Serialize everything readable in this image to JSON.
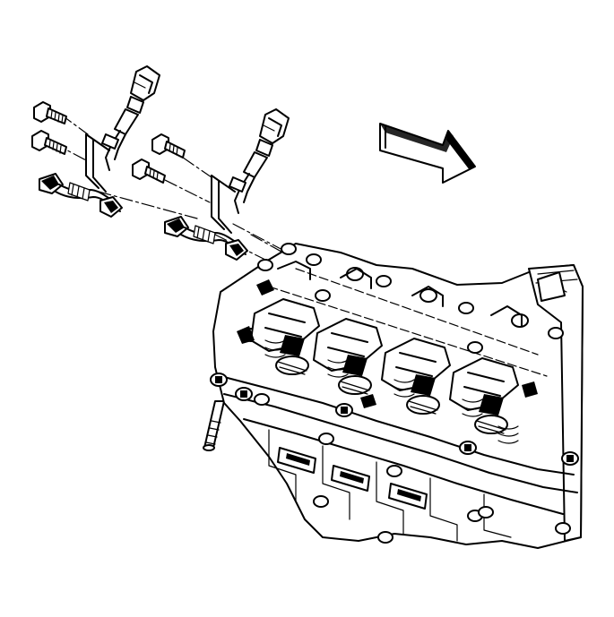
{
  "colors": {
    "line": "#000000",
    "background": "#ffffff"
  },
  "illustration": {
    "exploded_parts": [
      "bolt",
      "bolt",
      "bolt",
      "bolt",
      "sensor-connector",
      "sensor-connector",
      "wiring-harness",
      "wiring-harness"
    ],
    "assembly": "engine-cylinder-head",
    "indicator": "direction-arrow"
  }
}
